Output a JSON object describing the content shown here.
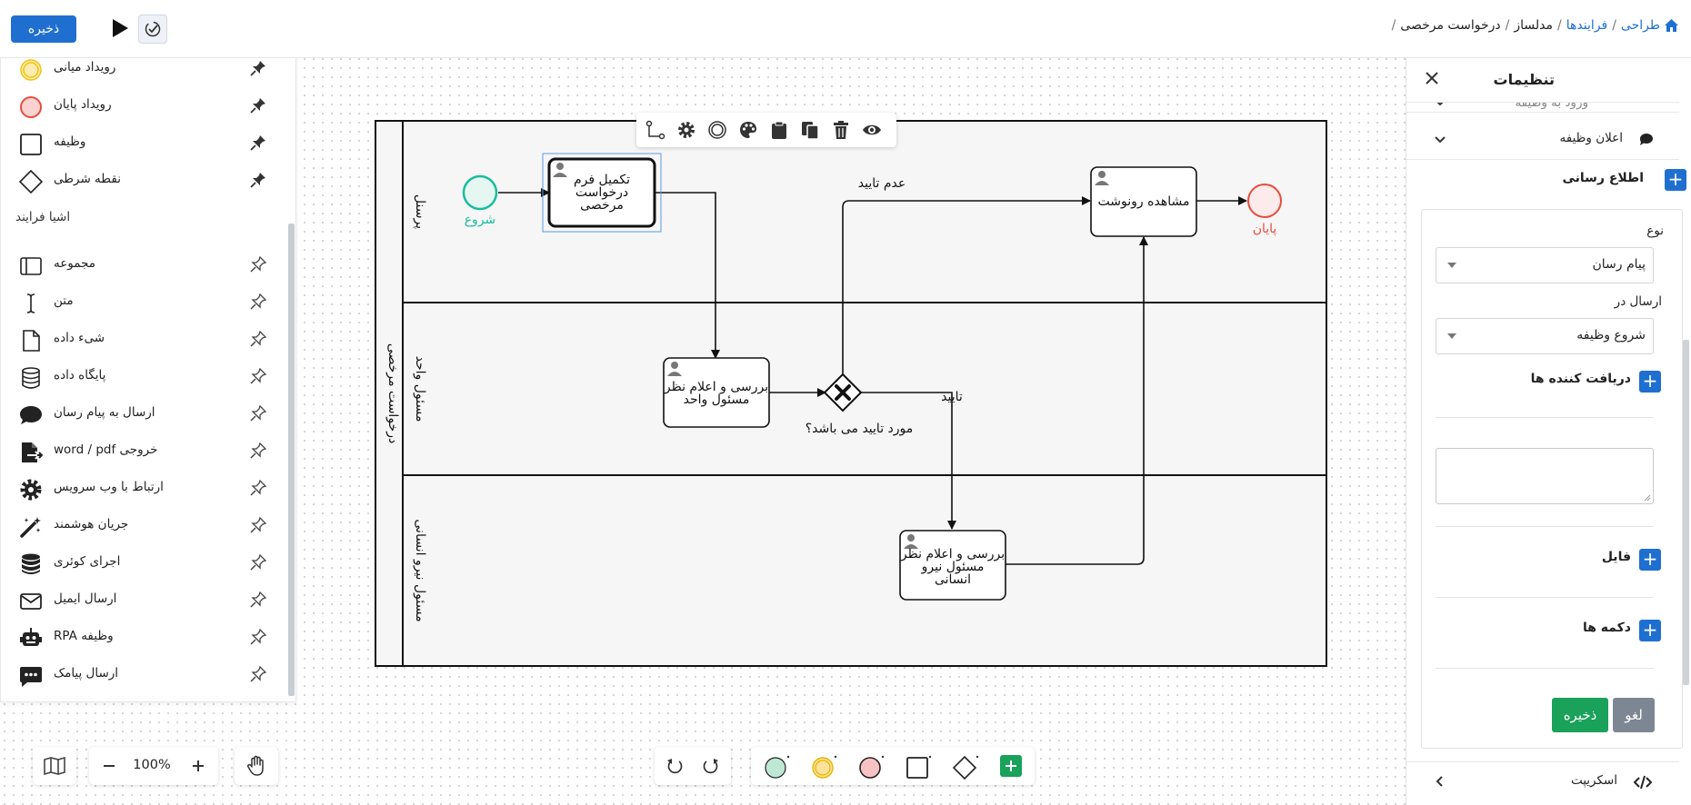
{
  "toolbar": {
    "save_label": "ذخیره"
  },
  "breadcrumb": [
    {
      "label": "طراحی",
      "link": true
    },
    {
      "label": "فرایندها",
      "link": true
    },
    {
      "label": "مدلساز",
      "link": false
    },
    {
      "label": "درخواست مرخصی",
      "link": false
    }
  ],
  "palette": {
    "events": [
      {
        "label": "رویداد میانی",
        "icon": "intermediate-event-icon"
      },
      {
        "label": "رویداد پایان",
        "icon": "end-event-icon"
      },
      {
        "label": "وظیفه",
        "icon": "task-icon"
      },
      {
        "label": "نقطه شرطی",
        "icon": "gateway-icon"
      }
    ],
    "section_title": "اشیا فرایند",
    "objects": [
      {
        "label": "مجموعه",
        "icon": "group-icon"
      },
      {
        "label": "متن",
        "icon": "text-cursor-icon"
      },
      {
        "label": "شیء داده",
        "icon": "data-object-icon"
      },
      {
        "label": "پایگاه داده",
        "icon": "database-icon"
      },
      {
        "label": "ارسال به پیام رسان",
        "icon": "chat-icon"
      },
      {
        "label": "خروجی word / pdf",
        "icon": "export-file-icon"
      },
      {
        "label": "ارتباط با وب سرویس",
        "icon": "gear-icon"
      },
      {
        "label": "جریان هوشمند",
        "icon": "magic-wand-icon"
      },
      {
        "label": "اجرای کوئری",
        "icon": "query-db-icon"
      },
      {
        "label": "ارسال ایمیل",
        "icon": "email-icon"
      },
      {
        "label": "وظیفه RPA",
        "icon": "robot-icon"
      },
      {
        "label": "ارسال پیامک",
        "icon": "sms-icon"
      }
    ]
  },
  "diagram": {
    "pool_name": "درخواست مرخصی",
    "lanes": [
      "پرسنل",
      "مسئول واحد",
      "مسئول نیرو انسانی"
    ],
    "start_label": "شروع",
    "end_label": "پایان",
    "task_fill_form": [
      "تکمیل فرم",
      "درخواست",
      "مرخصی"
    ],
    "task_unit_review": [
      "بررسی و اعلام نظر",
      "مسئول واحد"
    ],
    "task_hr_review": [
      "بررسی و اعلام نظر",
      "مسئول نیرو",
      "انسانی"
    ],
    "task_view_copy": "مشاهده رونوشت",
    "gateway_label": "مورد تایید می باشد؟",
    "flow_reject": "عدم تایید",
    "flow_approve": "تایید",
    "colors": {
      "start": "#1abc9c",
      "end": "#e74c3c",
      "selection": "#2a73cc"
    }
  },
  "settings": {
    "title": "تنظیمات",
    "accordion_partial": "ورود به وظیفه",
    "accordion_task_notice": "اعلان وظیفه",
    "notification_section": "اطلاع رسانی",
    "type_label": "نوع",
    "type_value": "پیام رسان",
    "send_in_label": "ارسال در",
    "send_in_value": "شروع وظیفه",
    "recipients_label": "دریافت کننده ها",
    "file_label": "فایل",
    "buttons_label": "دکمه ها",
    "save_label": "ذخیره",
    "cancel_label": "لغو",
    "script_label": "اسکریپت"
  },
  "zoom": {
    "value": "100%"
  }
}
